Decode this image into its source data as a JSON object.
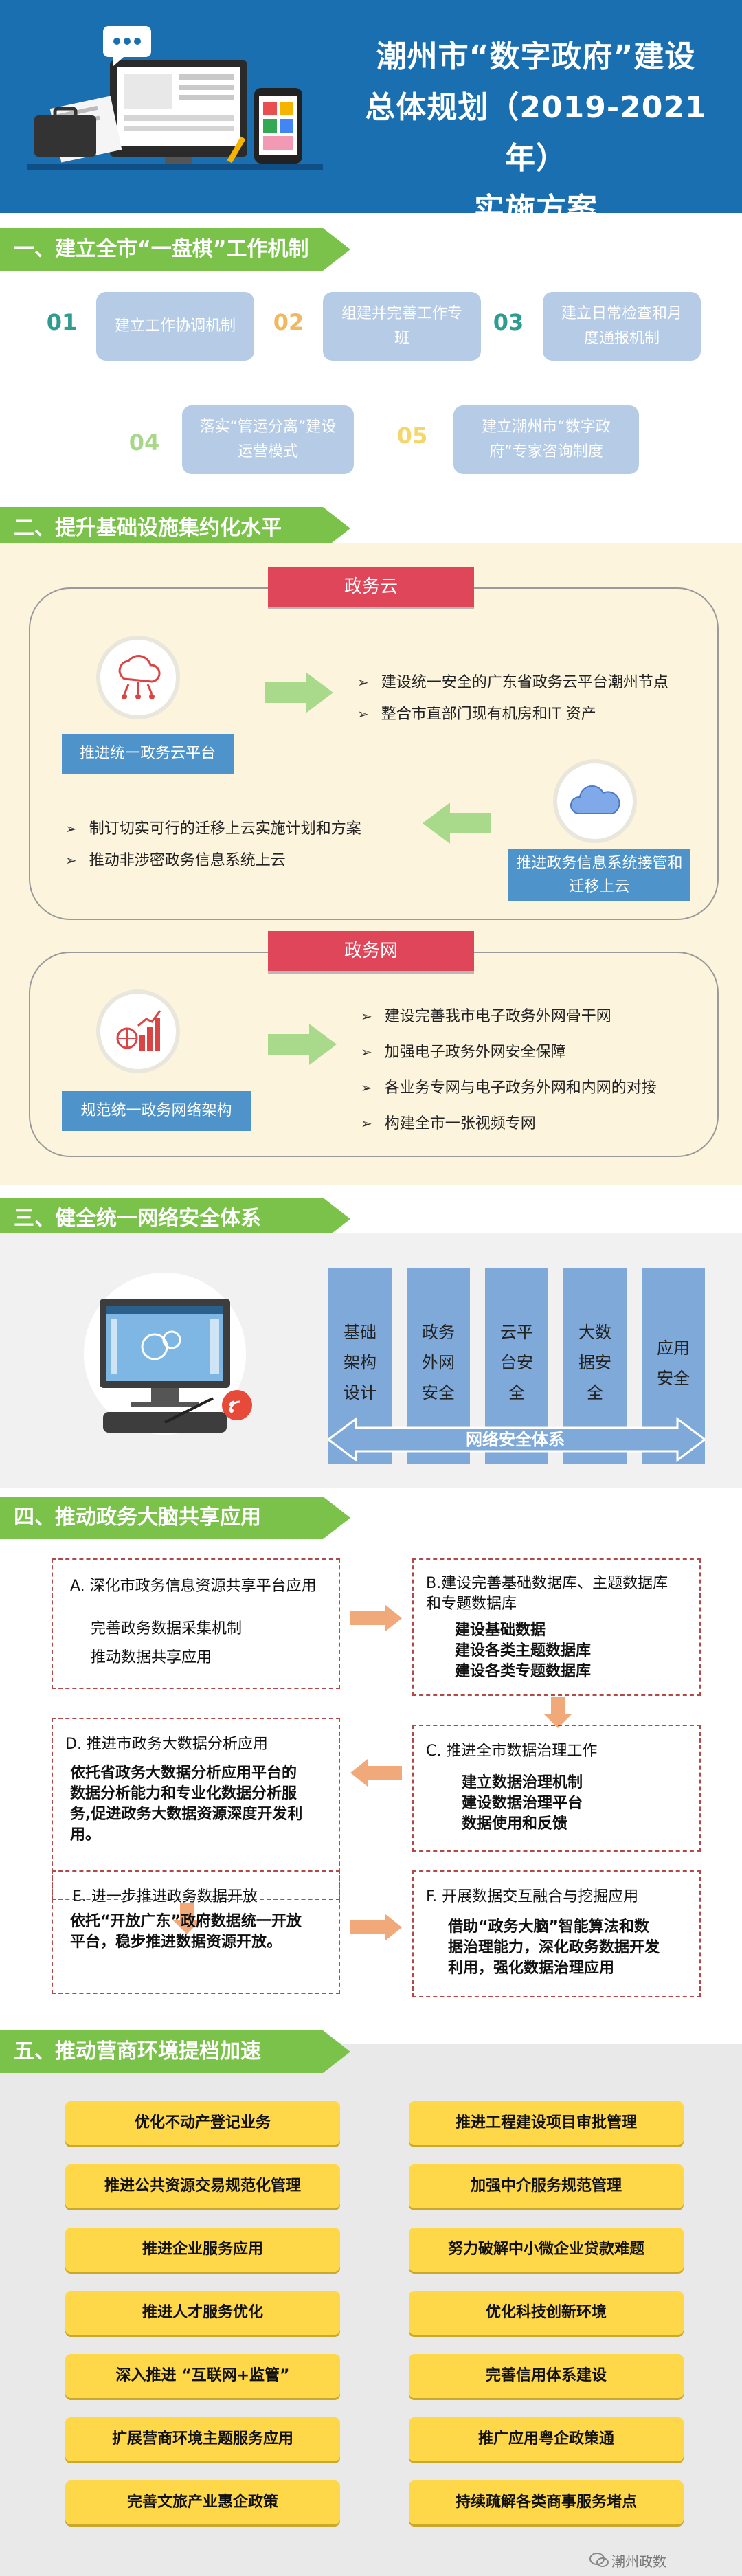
{
  "header": {
    "title_lines": [
      "潮州市“数字政府”建设",
      "总体规划（2019-2021年）",
      "实施方案"
    ]
  },
  "sections": [
    "一、建立全市“一盘棋”工作机制",
    "二、提升基础设施集约化水平",
    "三、健全统一网络安全体系",
    "四、推动政务大脑共享应用",
    "五、推动营商环境提档加速"
  ],
  "mechanisms": [
    {
      "num": "01",
      "text": "建立工作协调机制",
      "color": "#2e9c8f"
    },
    {
      "num": "02",
      "text": "组建并完善工作专班",
      "color": "#f0b860"
    },
    {
      "num": "03",
      "text": "建立日常检查和月度通报机制",
      "color": "#2e9c8f"
    },
    {
      "num": "04",
      "text": "落实“管运分离”建设运营模式",
      "color": "#a8d68a"
    },
    {
      "num": "05",
      "text": "建立潮州市“数字政府”专家咨询制度",
      "color": "#f5d66b"
    }
  ],
  "cloud": {
    "label": "政务云",
    "btn_left": "推进统一政务云平台",
    "bullets_right": [
      "建设统一安全的广东省政务云平台潮州节点",
      "整合市直部门现有机房和IT 资产"
    ],
    "btn_right": "推进政务信息系统接管和迁移上云",
    "bullets_left": [
      "制订切实可行的迁移上云实施计划和方案",
      "推动非涉密政务信息系统上云"
    ]
  },
  "network": {
    "label": "政务网",
    "btn": "规范统一政务网络架构",
    "bullets": [
      "建设完善我市电子政务外网骨干网",
      "加强电子政务外网安全保障",
      "各业务专网与电子政务外网和内网的对接",
      "构建全市一张视频专网"
    ]
  },
  "security": {
    "columns": [
      [
        "基础",
        "架构",
        "设计"
      ],
      [
        "政务",
        "外网",
        "安全"
      ],
      [
        "云平",
        "台安",
        "全"
      ],
      [
        "大数",
        "据安",
        "全"
      ],
      [
        "应用",
        "安全"
      ]
    ],
    "arrow_label": "网络安全体系"
  },
  "brain": {
    "A": {
      "title": "A. 深化市政务信息资源共享平台应用",
      "lines": [
        "完善政务数据采集机制",
        "推动数据共享应用"
      ]
    },
    "B": {
      "title": "B.建设完善基础数据库、主题数据库",
      "title2": "和专题数据库",
      "lines": [
        "建设基础数据",
        "建设各类主题数据库",
        "建设各类专题数据库"
      ]
    },
    "C": {
      "title": "C. 推进全市数据治理工作",
      "lines": [
        "建立数据治理机制",
        "建设数据治理平台",
        "数据使用和反馈"
      ]
    },
    "D": {
      "title": "D. 推进市政务大数据分析应用",
      "lines": [
        "依托省政务大数据分析应用平台的",
        "数据分析能力和专业化数据分析服",
        "务,促进政务大数据资源深度开发利",
        "用。"
      ]
    },
    "E": {
      "title": "E. 进一步推进政务数据开放",
      "lines": [
        "依托“开放广东”政府数据统一开放",
        "平台，稳步推进数据资源开放。"
      ]
    },
    "F": {
      "title": "F. 开展数据交互融合与挖掘应用",
      "lines": [
        "借助“政务大脑”智能算法和数",
        "据治理能力，深化政务数据开发",
        "利用，强化数据治理应用"
      ]
    }
  },
  "business": [
    [
      "优化不动产登记业务",
      "推进工程建设项目审批管理"
    ],
    [
      "推进公共资源交易规范化管理",
      "加强中介服务规范管理"
    ],
    [
      "推进企业服务应用",
      "努力破解中小微企业贷款难题"
    ],
    [
      "推进人才服务优化",
      "优化科技创新环境"
    ],
    [
      "深入推进 “互联网+监管”",
      "完善信用体系建设"
    ],
    [
      "扩展营商环境主题服务应用",
      "推广应用粤企政策通"
    ],
    [
      "完善文旅产业惠企政策",
      "持续疏解各类商事服务堵点"
    ]
  ],
  "watermark": "潮州政数",
  "colors": {
    "header": "#1a6fb0",
    "section": "#7bc24a",
    "red": "#e0465a",
    "blue_btn": "#4e93c9",
    "yellow": "#ffd84a",
    "dash": "#b04a4a"
  }
}
